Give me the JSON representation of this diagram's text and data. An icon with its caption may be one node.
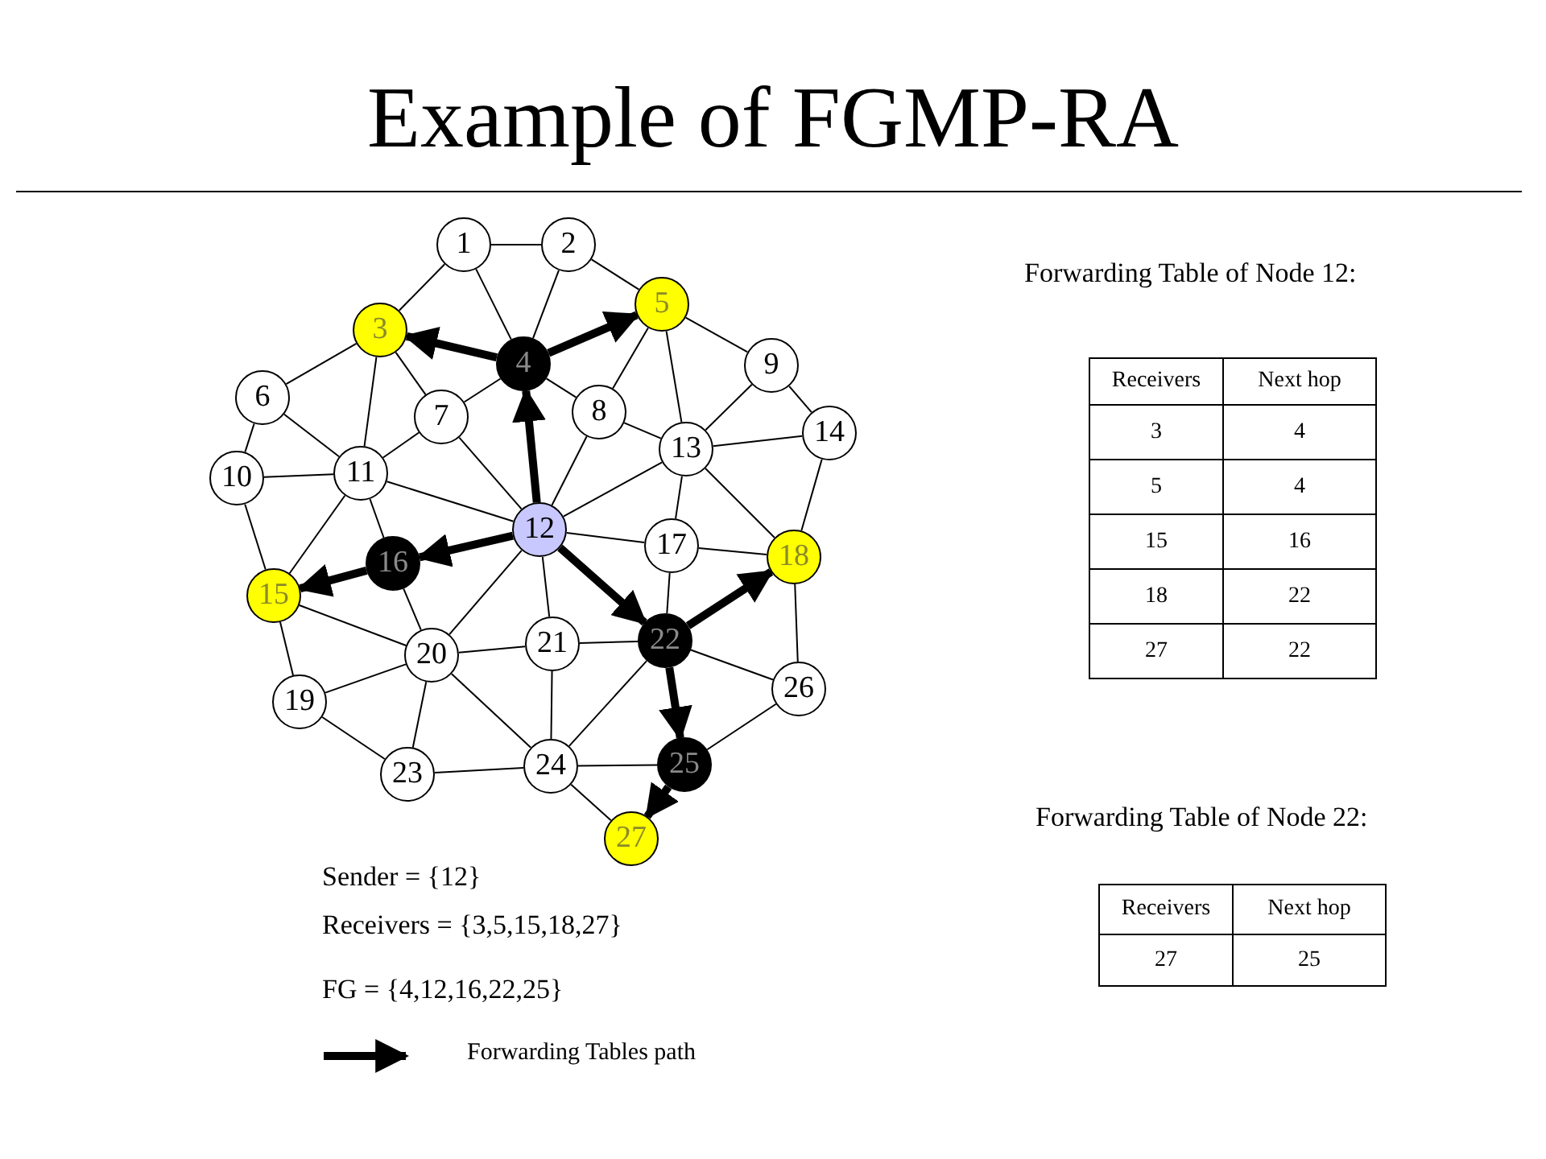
{
  "diagram": {
    "title": "Example of FGMP-RA",
    "nodes": [
      {
        "text": [
          "1"
        ]
      },
      {
        "text": [
          "2"
        ]
      },
      {
        "text": [
          "3"
        ]
      },
      {
        "text": [
          "4"
        ]
      },
      {
        "text": [
          "5"
        ]
      },
      {
        "text": [
          "9"
        ]
      },
      {
        "text": [
          "6"
        ]
      },
      {
        "text": [
          "7"
        ]
      },
      {
        "text": [
          "8"
        ]
      },
      {
        "text": [
          "14"
        ]
      },
      {
        "text": [
          "13"
        ]
      },
      {
        "text": [
          "10"
        ]
      },
      {
        "text": [
          "11"
        ]
      },
      {
        "text": [
          "12"
        ]
      },
      {
        "text": [
          "17"
        ]
      },
      {
        "text": [
          "16"
        ]
      },
      {
        "text": [
          "18"
        ]
      },
      {
        "text": [
          "15"
        ]
      },
      {
        "text": [
          "21"
        ]
      },
      {
        "text": [
          "22"
        ]
      },
      {
        "text": [
          "20"
        ]
      },
      {
        "text": [
          "26"
        ]
      },
      {
        "text": [
          "19"
        ]
      },
      {
        "text": [
          "25"
        ]
      },
      {
        "text": [
          "24"
        ]
      },
      {
        "text": [
          "23"
        ]
      },
      {
        "text": [
          "27"
        ]
      }
    ],
    "edges": [
      {
        "from": 0,
        "to": 1,
        "arrow": "none"
      },
      {
        "from": 0,
        "to": 2,
        "arrow": "none"
      },
      {
        "from": 0,
        "to": 3,
        "arrow": "none"
      },
      {
        "from": 1,
        "to": 3,
        "arrow": "none"
      },
      {
        "from": 1,
        "to": 4,
        "arrow": "none"
      },
      {
        "from": 2,
        "to": 6,
        "arrow": "none"
      },
      {
        "from": 2,
        "to": 12,
        "arrow": "none"
      },
      {
        "from": 2,
        "to": 7,
        "arrow": "none"
      },
      {
        "from": 3,
        "to": 7,
        "arrow": "none"
      },
      {
        "from": 3,
        "to": 8,
        "arrow": "none"
      },
      {
        "from": 4,
        "to": 8,
        "arrow": "none"
      },
      {
        "from": 4,
        "to": 5,
        "arrow": "none"
      },
      {
        "from": 4,
        "to": 10,
        "arrow": "none"
      },
      {
        "from": 6,
        "to": 11,
        "arrow": "none"
      },
      {
        "from": 6,
        "to": 12,
        "arrow": "none"
      },
      {
        "from": 7,
        "to": 12,
        "arrow": "none"
      },
      {
        "from": 7,
        "to": 13,
        "arrow": "none"
      },
      {
        "from": 11,
        "to": 12,
        "arrow": "none"
      },
      {
        "from": 11,
        "to": 17,
        "arrow": "none"
      },
      {
        "from": 12,
        "to": 13,
        "arrow": "none"
      },
      {
        "from": 12,
        "to": 17,
        "arrow": "none"
      },
      {
        "from": 12,
        "to": 15,
        "arrow": "none"
      },
      {
        "from": 8,
        "to": 13,
        "arrow": "none"
      },
      {
        "from": 8,
        "to": 10,
        "arrow": "none"
      },
      {
        "from": 5,
        "to": 10,
        "arrow": "none"
      },
      {
        "from": 5,
        "to": 9,
        "arrow": "none"
      },
      {
        "from": 10,
        "to": 9,
        "arrow": "none"
      },
      {
        "from": 13,
        "to": 10,
        "arrow": "none"
      },
      {
        "from": 10,
        "to": 14,
        "arrow": "none"
      },
      {
        "from": 10,
        "to": 16,
        "arrow": "none"
      },
      {
        "from": 9,
        "to": 16,
        "arrow": "none"
      },
      {
        "from": 13,
        "to": 14,
        "arrow": "none"
      },
      {
        "from": 14,
        "to": 16,
        "arrow": "none"
      },
      {
        "from": 14,
        "to": 19,
        "arrow": "none"
      },
      {
        "from": 13,
        "to": 20,
        "arrow": "none"
      },
      {
        "from": 13,
        "to": 18,
        "arrow": "none"
      },
      {
        "from": 17,
        "to": 20,
        "arrow": "none"
      },
      {
        "from": 15,
        "to": 20,
        "arrow": "none"
      },
      {
        "from": 17,
        "to": 22,
        "arrow": "none"
      },
      {
        "from": 22,
        "to": 20,
        "arrow": "none"
      },
      {
        "from": 22,
        "to": 25,
        "arrow": "none"
      },
      {
        "from": 20,
        "to": 25,
        "arrow": "none"
      },
      {
        "from": 20,
        "to": 24,
        "arrow": "none"
      },
      {
        "from": 20,
        "to": 18,
        "arrow": "none"
      },
      {
        "from": 18,
        "to": 19,
        "arrow": "none"
      },
      {
        "from": 18,
        "to": 24,
        "arrow": "none"
      },
      {
        "from": 19,
        "to": 24,
        "arrow": "none"
      },
      {
        "from": 19,
        "to": 21,
        "arrow": "none"
      },
      {
        "from": 16,
        "to": 21,
        "arrow": "none"
      },
      {
        "from": 24,
        "to": 23,
        "arrow": "none"
      },
      {
        "from": 25,
        "to": 24,
        "arrow": "none"
      },
      {
        "from": 23,
        "to": 21,
        "arrow": "none"
      },
      {
        "from": 24,
        "to": 26,
        "arrow": "none"
      },
      {
        "from": 13,
        "to": 3,
        "arrow": "to",
        "style": "thick"
      },
      {
        "from": 3,
        "to": 2,
        "arrow": "to",
        "style": "thick"
      },
      {
        "from": 3,
        "to": 4,
        "arrow": "to",
        "style": "thick"
      },
      {
        "from": 13,
        "to": 15,
        "arrow": "to",
        "style": "thick"
      },
      {
        "from": 15,
        "to": 17,
        "arrow": "to",
        "style": "thick"
      },
      {
        "from": 13,
        "to": 19,
        "arrow": "to",
        "style": "thick"
      },
      {
        "from": 19,
        "to": 16,
        "arrow": "to",
        "style": "thick"
      },
      {
        "from": 19,
        "to": 23,
        "arrow": "to",
        "style": "thick"
      },
      {
        "from": 23,
        "to": 26,
        "arrow": "to",
        "style": "thick"
      }
    ],
    "labels": [
      "Forwarding Table of Node 12:",
      "Receivers",
      "Next hop",
      "3",
      "4",
      "5",
      "4",
      "15",
      "16",
      "18",
      "22",
      "27",
      "22",
      "Forwarding Table of Node 22:",
      "Receivers",
      "Next hop",
      "27",
      "25",
      "Sender = {12}",
      "Receivers = {3,5,15,18,27}",
      "FG = {4,12,16,22,25}"
    ],
    "legend": [
      {
        "text": "Forwarding Tables path"
      }
    ]
  }
}
